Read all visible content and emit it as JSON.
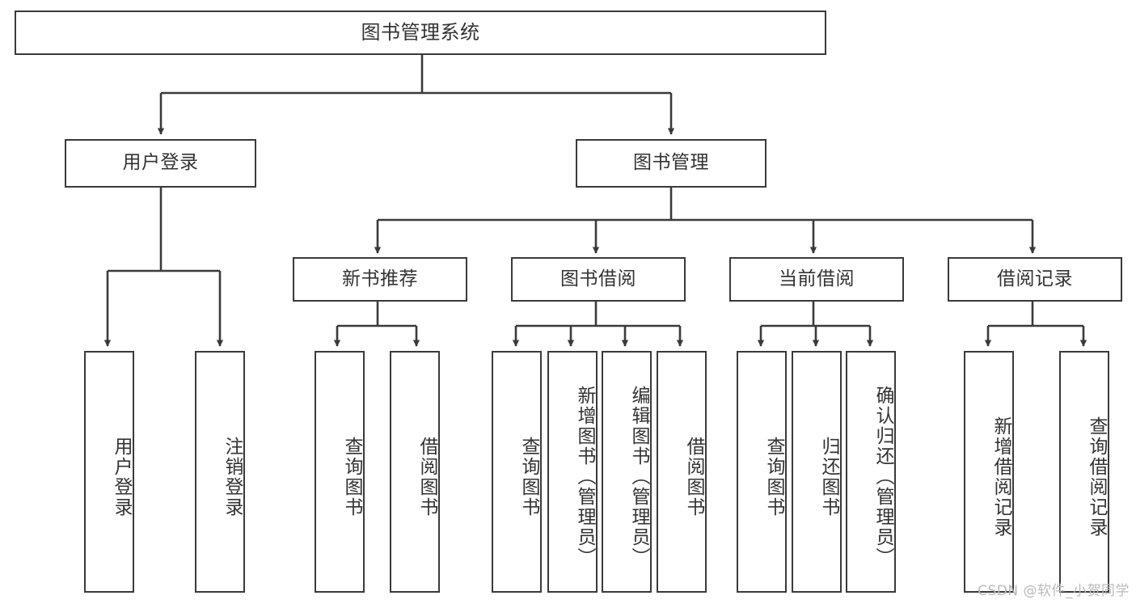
{
  "diagram": {
    "title": "图书管理系统",
    "type": "tree",
    "stroke_color": "#3a3a3a",
    "text_color": "#333333",
    "background_color": "#ffffff",
    "watermark": "CSDN @软件_小贺同学",
    "nodes": {
      "root": {
        "label": "图书管理系统",
        "orientation": "horizontal"
      },
      "l1": [
        {
          "id": "user-login",
          "label": "用户登录",
          "orientation": "horizontal"
        },
        {
          "id": "book-manage",
          "label": "图书管理",
          "orientation": "horizontal"
        }
      ],
      "l2": [
        {
          "id": "new-book-recommend",
          "label": "新书推荐",
          "orientation": "horizontal"
        },
        {
          "id": "book-borrow",
          "label": "图书借阅",
          "orientation": "horizontal"
        },
        {
          "id": "current-borrow",
          "label": "当前借阅",
          "orientation": "horizontal"
        },
        {
          "id": "borrow-record",
          "label": "借阅记录",
          "orientation": "horizontal"
        }
      ],
      "leaves": [
        {
          "id": "leaf-user-login",
          "label": "用户登录",
          "parent": "user-login",
          "orientation": "vertical"
        },
        {
          "id": "leaf-logout-login",
          "label": "注销登录",
          "parent": "user-login",
          "orientation": "vertical"
        },
        {
          "id": "leaf-query-book-1",
          "label": "查询图书",
          "parent": "new-book-recommend",
          "orientation": "vertical"
        },
        {
          "id": "leaf-borrow-book-1",
          "label": "借阅图书",
          "parent": "new-book-recommend",
          "orientation": "vertical"
        },
        {
          "id": "leaf-query-book-2",
          "label": "查询图书",
          "parent": "book-borrow",
          "orientation": "vertical"
        },
        {
          "id": "leaf-add-book",
          "label": "新增图书（管理员）",
          "parent": "book-borrow",
          "orientation": "vertical"
        },
        {
          "id": "leaf-edit-book",
          "label": "编辑图书（管理员）",
          "parent": "book-borrow",
          "orientation": "vertical"
        },
        {
          "id": "leaf-borrow-book-2",
          "label": "借阅图书",
          "parent": "book-borrow",
          "orientation": "vertical"
        },
        {
          "id": "leaf-query-book-3",
          "label": "查询图书",
          "parent": "current-borrow",
          "orientation": "vertical"
        },
        {
          "id": "leaf-return-book",
          "label": "归还图书",
          "parent": "current-borrow",
          "orientation": "vertical"
        },
        {
          "id": "leaf-confirm-return",
          "label": "确认归还（管理员）",
          "parent": "current-borrow",
          "orientation": "vertical"
        },
        {
          "id": "leaf-add-record",
          "label": "新增借阅记录",
          "parent": "borrow-record",
          "orientation": "vertical"
        },
        {
          "id": "leaf-query-record",
          "label": "查询借阅记录",
          "parent": "borrow-record",
          "orientation": "vertical"
        }
      ]
    }
  }
}
